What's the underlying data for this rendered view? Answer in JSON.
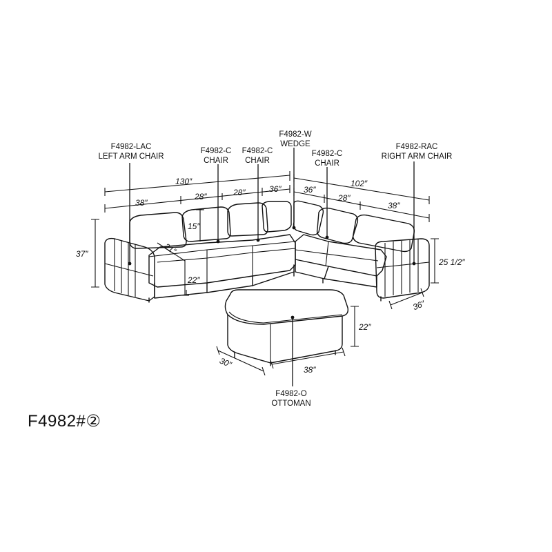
{
  "model_code": "F4982#②",
  "components": {
    "left_arm": {
      "code": "F4982-LAC",
      "name": "LEFT ARM CHAIR"
    },
    "chair_1": {
      "code": "F4982-C",
      "name": "CHAIR"
    },
    "chair_2": {
      "code": "F4982-C",
      "name": "CHAIR"
    },
    "wedge": {
      "code": "F4982-W",
      "name": "WEDGE"
    },
    "chair_3": {
      "code": "F4982-C",
      "name": "CHAIR"
    },
    "right_arm": {
      "code": "F4982-RAC",
      "name": "RIGHT ARM CHAIR"
    },
    "ottoman": {
      "code": "F4982-O",
      "name": "OTTOMAN"
    }
  },
  "dimensions": {
    "left_total": "130″",
    "left_arm_width": "38″",
    "chair_1_width": "28″",
    "chair_2_width": "28″",
    "wedge_left_width": "36″",
    "wedge_right_width": "36″",
    "right_total": "102″",
    "chair_3_width": "28″",
    "right_arm_width": "38″",
    "overall_height": "37″",
    "back_height": "15″",
    "seat_depth": "21″",
    "seat_height": "22″",
    "arm_height": "25 1/2″",
    "depth": "36″",
    "ottoman_height": "22″",
    "ottoman_depth": "30″",
    "ottoman_width": "38″"
  }
}
